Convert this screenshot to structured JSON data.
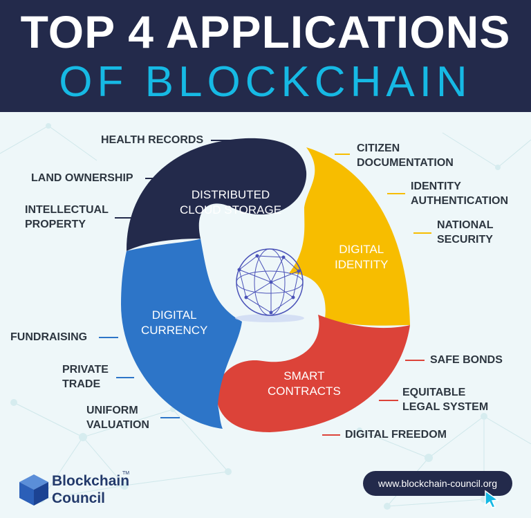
{
  "title": {
    "line1": "TOP 4 APPLICATIONS",
    "line2": "OF BLOCKCHAIN"
  },
  "segments": {
    "storage": {
      "line1": "DISTRIBUTED",
      "line2": "CLOUD STORAGE",
      "color": "#232a4b"
    },
    "identity": {
      "line1": "DIGITAL",
      "line2": "IDENTITY",
      "color": "#f7bd00"
    },
    "contracts": {
      "line1": "SMART",
      "line2": "CONTRACTS",
      "color": "#dc4339"
    },
    "currency": {
      "line1": "DIGITAL",
      "line2": "CURRENCY",
      "color": "#2d75c8"
    }
  },
  "storage_items": [
    "HEALTH RECORDS",
    "LAND OWNERSHIP",
    "INTELLECTUAL",
    "PROPERTY"
  ],
  "identity_items": [
    "CITIZEN",
    "DOCUMENTATION",
    "IDENTITY",
    "AUTHENTICATION",
    "NATIONAL",
    "SECURITY"
  ],
  "contracts_items": [
    "SAFE BONDS",
    "EQUITABLE",
    "LEGAL SYSTEM",
    "DIGITAL FREEDOM"
  ],
  "currency_items": [
    "FUNDRAISING",
    "PRIVATE",
    "TRADE",
    "UNIFORM",
    "VALUATION"
  ],
  "footer": {
    "brand_line1": "Blockchain",
    "brand_line2": "Council",
    "trademark": "TM",
    "url": "www.blockchain-council.org"
  }
}
